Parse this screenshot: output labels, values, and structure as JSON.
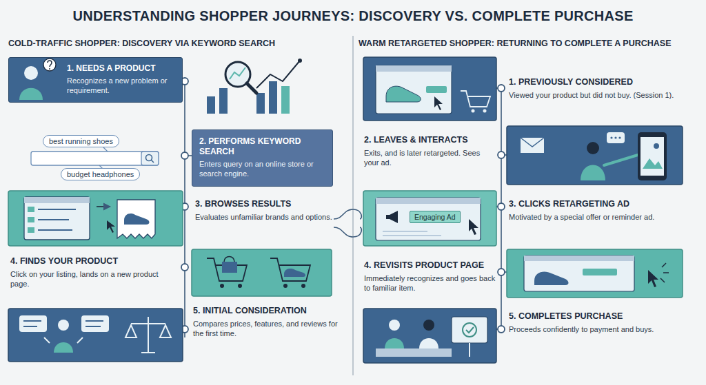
{
  "diagram": {
    "title": "UNDERSTANDING SHOPPER JOURNEYS: DISCOVERY VS. COMPLETE PURCHASE",
    "nodes": [
      {
        "text": [
          "1. NEEDS A PRODUCT",
          "Recognizes a new problem or requirement."
        ]
      },
      {
        "text": [
          "2. PERFORMS KEYWORD SEARCH",
          "Enters query on an online store or search engine."
        ]
      },
      {
        "text": [
          "best running shoes"
        ]
      },
      {
        "text": [
          "budget headphones"
        ]
      },
      {
        "text": [
          "Engaging Ad"
        ]
      }
    ],
    "labels": [
      "COLD-TRAFFIC SHOPPER: DISCOVERY VIA KEYWORD SEARCH",
      "WARM RETARGETED SHOPPER: RETURNING TO COMPLETE A PURCHASE",
      "3. BROWSES RESULTS",
      "Evaluates unfamiliar brands and options.",
      "4. FINDS YOUR PRODUCT",
      "Click on your listing, lands on a new product page.",
      "5. INITIAL CONSIDERATION",
      "Compares prices, features, and reviews for the first time.",
      "1. PREVIOUSLY CONSIDERED",
      "Viewed your product but did not buy. (Session 1).",
      "2. LEAVES & INTERACTS",
      "Exits, and is later retargeted. Sees your ad.",
      "3. CLICKS RETARGETING AD",
      "Motivated by a special offer or reminder ad.",
      "4. REVISITS PRODUCT PAGE",
      "Immediately recognizes and goes back to familiar item.",
      "5. COMPLETES PURCHASE",
      "Proceeds confidently to payment and buys."
    ]
  }
}
